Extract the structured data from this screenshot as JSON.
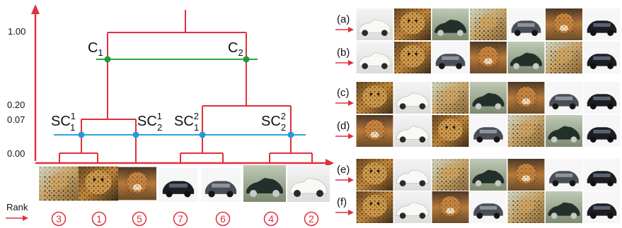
{
  "axis": {
    "ticks": [
      "1.00",
      "0.20",
      "0.07",
      "0.00"
    ],
    "rank_label": "Rank"
  },
  "nodes": {
    "c1": {
      "base": "C",
      "sub": "1"
    },
    "c2": {
      "base": "C",
      "sub": "2"
    },
    "sc11": {
      "base": "SC",
      "sup": "1",
      "sub": "1"
    },
    "sc12": {
      "base": "SC",
      "sup": "1",
      "sub": "2"
    },
    "sc21": {
      "base": "SC",
      "sup": "2",
      "sub": "1"
    },
    "sc22": {
      "base": "SC",
      "sup": "2",
      "sub": "2"
    }
  },
  "leaves": [
    {
      "image": "leopard-photo",
      "rank": "3"
    },
    {
      "image": "jaguar-photo",
      "rank": "1"
    },
    {
      "image": "cub-photo",
      "rank": "5"
    },
    {
      "image": "black-sedan-photo",
      "rank": "7"
    },
    {
      "image": "gray-sedan-photo",
      "rank": "6"
    },
    {
      "image": "green-classic-car-photo",
      "rank": "4"
    },
    {
      "image": "white-classic-car-photo",
      "rank": "2"
    }
  ],
  "rows": [
    {
      "label": "(a)",
      "images": [
        "white-classic-car",
        "jaguar",
        "green-classic-car",
        "leopard",
        "gray-sedan",
        "cub",
        "black-sedan"
      ]
    },
    {
      "label": "(b)",
      "images": [
        "white-classic-car",
        "jaguar",
        "gray-sedan",
        "cub",
        "green-classic-car",
        "leopard",
        "black-sedan"
      ]
    },
    {
      "label": "(c)",
      "images": [
        "jaguar",
        "white-classic-car",
        "leopard",
        "green-classic-car",
        "cub",
        "gray-sedan",
        "black-sedan"
      ]
    },
    {
      "label": "(d)",
      "images": [
        "cub",
        "white-classic-car",
        "jaguar",
        "gray-sedan",
        "leopard",
        "green-classic-car",
        "black-sedan"
      ]
    },
    {
      "label": "(e)",
      "images": [
        "jaguar",
        "white-classic-car",
        "leopard",
        "green-classic-car",
        "cub",
        "gray-sedan",
        "black-sedan"
      ]
    },
    {
      "label": "(f)",
      "images": [
        "jaguar",
        "white-classic-car",
        "cub",
        "gray-sedan",
        "leopard",
        "green-classic-car",
        "black-sedan"
      ]
    }
  ],
  "colors": {
    "tree": "#e0303a",
    "level_c": "#2aa845",
    "level_sc": "#2fa3df",
    "node_c": "#1e9a3a",
    "node_sc": "#2a98d6"
  }
}
